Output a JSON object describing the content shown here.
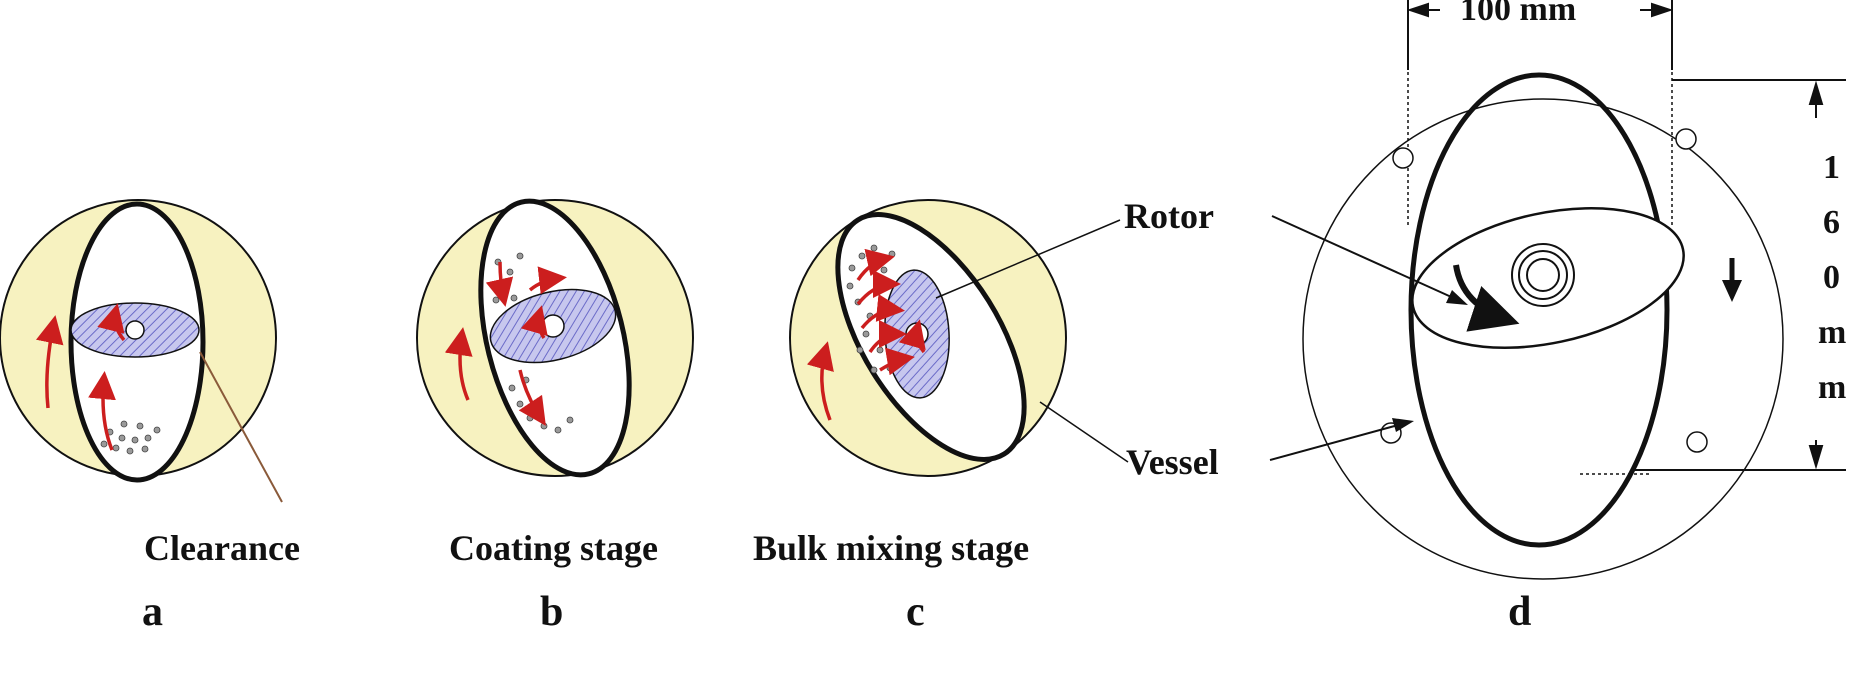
{
  "panels": {
    "a": {
      "letter": "a",
      "caption": "Clearance"
    },
    "b": {
      "letter": "b",
      "caption": "Coating stage"
    },
    "c": {
      "letter": "c",
      "caption": "Bulk mixing stage"
    },
    "d": {
      "letter": "d",
      "width_label": "100 mm",
      "height_chars": [
        "1",
        "6",
        "0",
        "m",
        "m"
      ],
      "rotor_label": "Rotor",
      "vessel_label": "Vessel"
    }
  },
  "colors": {
    "fill_yellow": "#f7f2c0",
    "rotor_blue": "#c7c7ee",
    "rotor_hatch": "#6b6bc8",
    "arrow_red": "#cc1e1e",
    "ink": "#111111"
  }
}
